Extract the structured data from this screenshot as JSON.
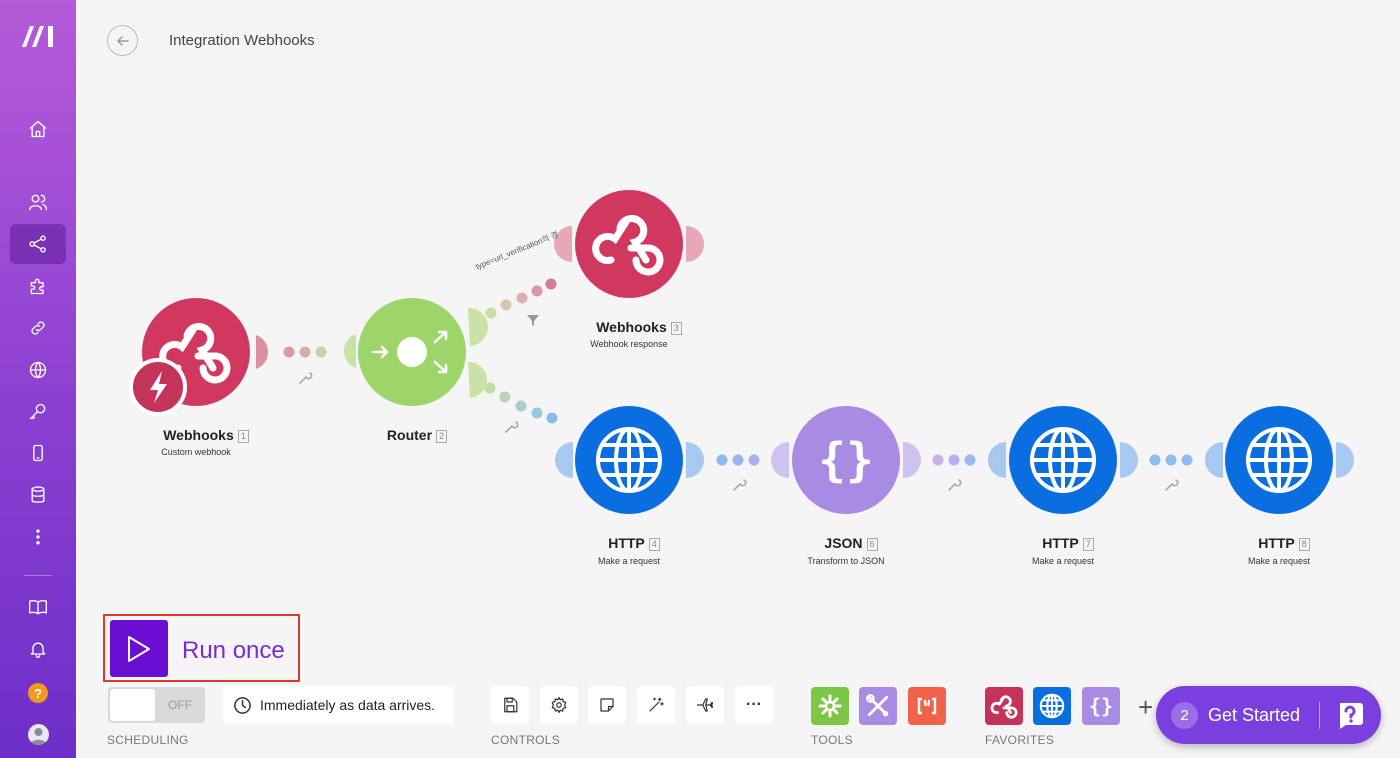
{
  "header": {
    "title": "Integration Webhooks"
  },
  "sidebar": {
    "items": [
      {
        "name": "home",
        "icon": "home-icon"
      },
      {
        "name": "team",
        "icon": "users-icon"
      },
      {
        "name": "scenarios",
        "icon": "share-nodes-icon",
        "active": true
      },
      {
        "name": "apps",
        "icon": "puzzle-icon"
      },
      {
        "name": "connections",
        "icon": "link-icon"
      },
      {
        "name": "webhooks",
        "icon": "globe-icon"
      },
      {
        "name": "keys",
        "icon": "key-icon"
      },
      {
        "name": "devices",
        "icon": "mobile-icon"
      },
      {
        "name": "data-stores",
        "icon": "database-icon"
      },
      {
        "name": "more",
        "icon": "more-vertical-icon"
      },
      {
        "name": "docs",
        "icon": "book-icon"
      },
      {
        "name": "notifications",
        "icon": "bell-icon"
      }
    ],
    "help_label": "?"
  },
  "nodes": [
    {
      "id": "1",
      "title": "Webhooks",
      "subtitle": "Custom webhook",
      "color": "#c4335a"
    },
    {
      "id": "2",
      "title": "Router",
      "subtitle": "",
      "color": "#9ed56a"
    },
    {
      "id": "3",
      "title": "Webhooks",
      "subtitle": "Webhook response",
      "color": "#c4335a"
    },
    {
      "id": "4",
      "title": "HTTP",
      "subtitle": "Make a request",
      "color": "#0b6ee0"
    },
    {
      "id": "6",
      "title": "JSON",
      "subtitle": "Transform to JSON",
      "color": "#a98be3"
    },
    {
      "id": "7",
      "title": "HTTP",
      "subtitle": "Make a request",
      "color": "#0b6ee0"
    },
    {
      "id": "8",
      "title": "HTTP",
      "subtitle": "Make a request",
      "color": "#0b6ee0"
    }
  ],
  "route_filter_label": "type=url_verification의 경",
  "run": {
    "label": "Run once"
  },
  "scheduling": {
    "toggle_label": "OFF",
    "schedule_text": "Immediately as data arrives.",
    "caption": "SCHEDULING"
  },
  "controls": {
    "caption": "CONTROLS",
    "more_label": "···"
  },
  "tools": {
    "caption": "TOOLS"
  },
  "favorites": {
    "caption": "FAVORITES",
    "add_label": "+"
  },
  "get_started": {
    "count": "2",
    "label": "Get Started"
  },
  "colors": {
    "accent": "#6a0fd1",
    "sidebar_top": "#b55bd9",
    "sidebar_bottom": "#6d2fc9",
    "highlight_border": "#e0362c"
  }
}
